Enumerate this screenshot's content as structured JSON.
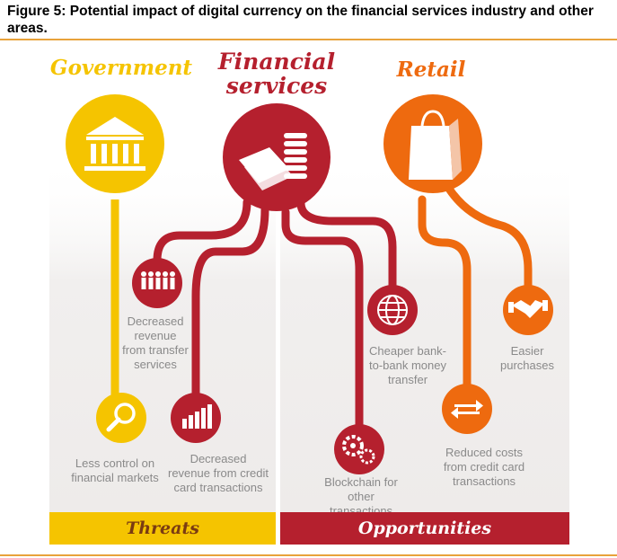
{
  "caption": "Figure 5: Potential impact of digital currency on the financial services industry and other areas.",
  "headings": {
    "government": "Government",
    "financial_line1": "Financial",
    "financial_line2": "services",
    "retail": "Retail"
  },
  "labels": {
    "transfer_revenue": "Decreased\nrevenue\nfrom transfer\nservices",
    "less_control": "Less control on\nfinancial markets",
    "credit_revenue": "Decreased\nrevenue from credit\ncard transactions",
    "blockchain": "Blockchain for\nother transactions",
    "bank_transfer": "Cheaper bank-\nto-bank money\ntransfer",
    "easier_purchases": "Easier\npurchases",
    "reduced_costs": "Reduced costs\nfrom credit card\ntransactions"
  },
  "bands": {
    "threats": "Threats",
    "opportunities": "Opportunities"
  },
  "colors": {
    "government": "#f5c400",
    "financial": "#b5202e",
    "retail": "#ee6a0f",
    "rule": "#e8a23b",
    "label": "#8a8a8a"
  },
  "icons": {
    "government": "bank-building-icon",
    "financial": "cash-coins-icon",
    "retail": "shopping-bag-icon",
    "transfer": "people-group-icon",
    "control": "magnifier-icon",
    "credit": "bar-chart-icon",
    "blockchain": "gears-icon",
    "bank_transfer": "globe-icon",
    "purchases": "handshake-icon",
    "reduced_costs": "exchange-arrows-icon"
  }
}
